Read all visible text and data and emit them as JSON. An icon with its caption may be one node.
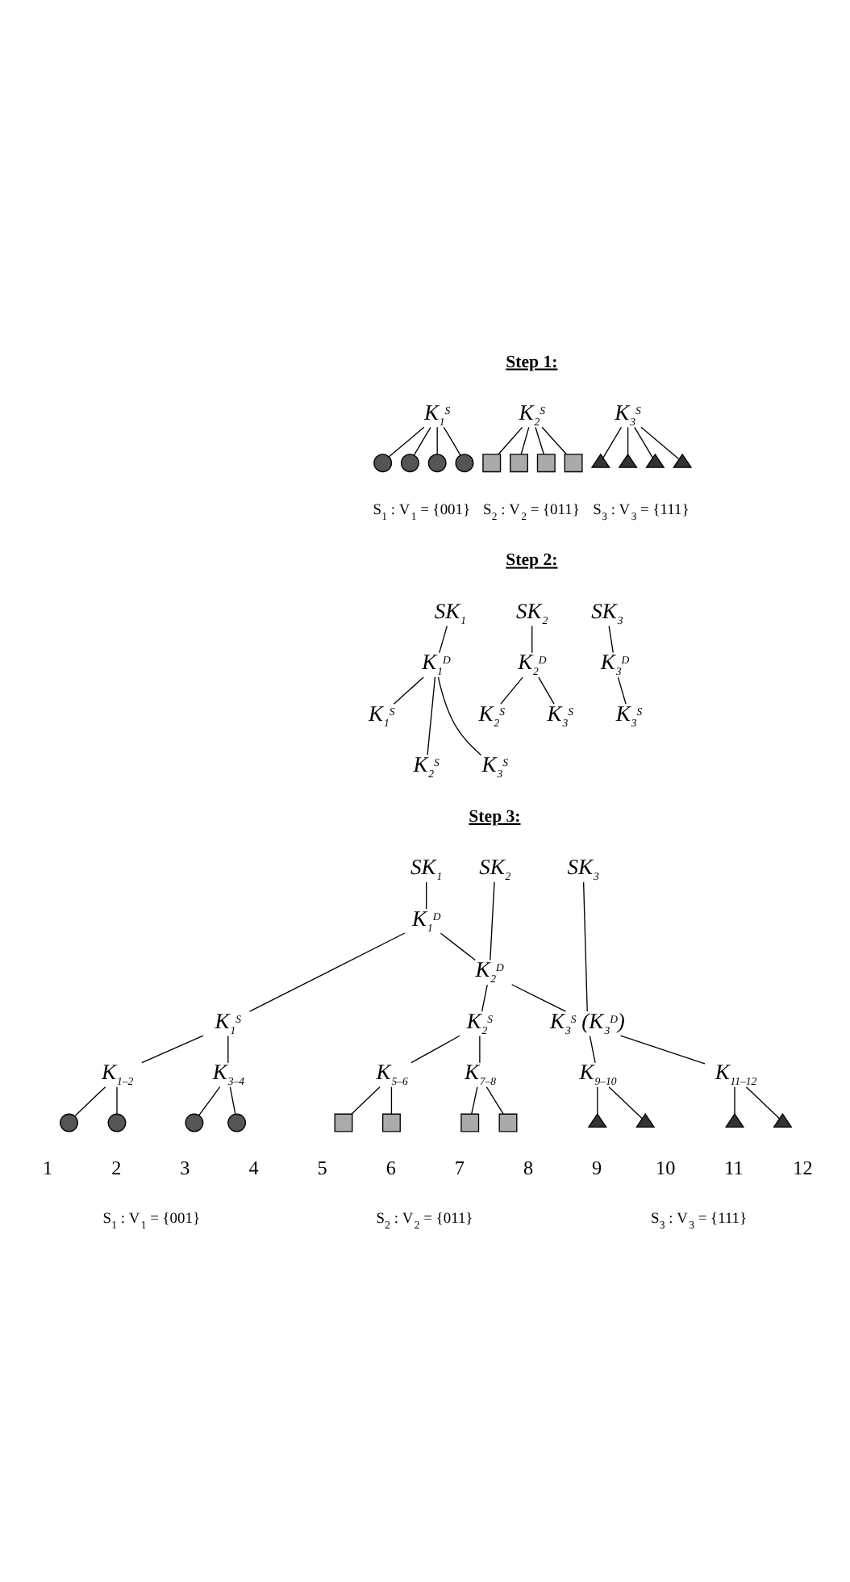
{
  "diagram": {
    "nodes": [
      {
        "text": [
          "K$_{1}$$^{S}$"
        ]
      },
      {
        "text": [
          "K$_{2}$$^{S}$"
        ]
      },
      {
        "text": [
          "K$_{3}$$^{S}$"
        ]
      },
      {
        "text": [],
        "shape": "circle"
      },
      {
        "text": [],
        "shape": "circle"
      },
      {
        "text": [],
        "shape": "circle"
      },
      {
        "text": [],
        "shape": "circle"
      },
      {
        "text": [],
        "shape": "box"
      },
      {
        "text": [],
        "shape": "box"
      },
      {
        "text": [],
        "shape": "box"
      },
      {
        "text": [],
        "shape": "box"
      },
      {
        "text": [],
        "shape": "triangle"
      },
      {
        "text": [],
        "shape": "triangle"
      },
      {
        "text": [],
        "shape": "triangle"
      },
      {
        "text": [],
        "shape": "triangle"
      },
      {
        "text": [
          "SK$_{1}$"
        ]
      },
      {
        "text": [
          "K$_{1}$$^{D}$"
        ]
      },
      {
        "text": [
          "K$_{1}$$^{S}$"
        ]
      },
      {
        "text": [
          "K$_{2}$$^{S}$"
        ]
      },
      {
        "text": [
          "K$_{3}$$^{S}$"
        ]
      },
      {
        "text": [
          "SK$_{2}$"
        ]
      },
      {
        "text": [
          "K$_{2}$$^{D}$"
        ]
      },
      {
        "text": [
          "K$_{2}$$^{S}$"
        ]
      },
      {
        "text": [
          "K$_{3}$$^{S}$"
        ]
      },
      {
        "text": [
          "SK$_{3}$"
        ]
      },
      {
        "text": [
          "K$_{3}$$^{D}$"
        ]
      },
      {
        "text": [
          "K$_{3}$$^{S}$"
        ]
      },
      {
        "text": [
          "SK$_{1}$"
        ]
      },
      {
        "text": [
          "K$_{1}$$^{D}$"
        ]
      },
      {
        "text": [
          "SK$_{2}$"
        ]
      },
      {
        "text": [
          "K$_{2}$$^{D}$"
        ]
      },
      {
        "text": [
          "SK$_{3}$"
        ]
      },
      {
        "text": [
          "K$_{1}$$^{S}$"
        ]
      },
      {
        "text": [
          "K$_{2}$$^{S}$"
        ]
      },
      {
        "text": [
          "K$_{3}$$^{S}$ (K$_{3}$$^{D}$)"
        ]
      },
      {
        "text": [
          "K$_{1–2}$"
        ]
      },
      {
        "text": [
          "K$_{3–4}$"
        ]
      },
      {
        "text": [
          "K$_{5–6}$"
        ]
      },
      {
        "text": [
          "K$_{7–8}$"
        ]
      },
      {
        "text": [
          "K$_{9–10}$"
        ]
      },
      {
        "text": [
          "K$_{11–12}$"
        ]
      },
      {
        "text": [],
        "shape": "circle",
        "beside": [
          "1"
        ]
      },
      {
        "text": [],
        "shape": "circle",
        "beside": [
          "2"
        ]
      },
      {
        "text": [],
        "shape": "circle",
        "beside": [
          "3"
        ]
      },
      {
        "text": [],
        "shape": "circle",
        "beside": [
          "4"
        ]
      },
      {
        "text": [],
        "shape": "box",
        "beside": [
          "5"
        ]
      },
      {
        "text": [],
        "shape": "box",
        "beside": [
          "6"
        ]
      },
      {
        "text": [],
        "shape": "box",
        "beside": [
          "7"
        ]
      },
      {
        "text": [],
        "shape": "box",
        "beside": [
          "8"
        ]
      },
      {
        "text": [],
        "shape": "triangle",
        "beside": [
          "9"
        ]
      },
      {
        "text": [],
        "shape": "triangle",
        "beside": [
          "10"
        ]
      },
      {
        "text": [],
        "shape": "triangle",
        "beside": [
          "11"
        ]
      },
      {
        "text": [],
        "shape": "triangle",
        "beside": [
          "12"
        ]
      }
    ],
    "edges": [
      {
        "from": 0,
        "to": 3,
        "arrow": "none"
      },
      {
        "from": 0,
        "to": 4,
        "arrow": "none"
      },
      {
        "from": 0,
        "to": 5,
        "arrow": "none"
      },
      {
        "from": 0,
        "to": 6,
        "arrow": "none"
      },
      {
        "from": 1,
        "to": 7,
        "arrow": "none"
      },
      {
        "from": 1,
        "to": 8,
        "arrow": "none"
      },
      {
        "from": 1,
        "to": 9,
        "arrow": "none"
      },
      {
        "from": 1,
        "to": 10,
        "arrow": "none"
      },
      {
        "from": 2,
        "to": 11,
        "arrow": "none"
      },
      {
        "from": 2,
        "to": 12,
        "arrow": "none"
      },
      {
        "from": 2,
        "to": 13,
        "arrow": "none"
      },
      {
        "from": 2,
        "to": 14,
        "arrow": "none"
      },
      {
        "from": 15,
        "to": 16,
        "arrow": "none"
      },
      {
        "from": 16,
        "to": 17,
        "arrow": "none"
      },
      {
        "from": 16,
        "to": 18,
        "arrow": "none"
      },
      {
        "from": 16,
        "to": 19,
        "arrow": "none"
      },
      {
        "from": 20,
        "to": 21,
        "arrow": "none"
      },
      {
        "from": 21,
        "to": 22,
        "arrow": "none"
      },
      {
        "from": 21,
        "to": 23,
        "arrow": "none"
      },
      {
        "from": 24,
        "to": 25,
        "arrow": "none"
      },
      {
        "from": 25,
        "to": 26,
        "arrow": "none"
      },
      {
        "from": 27,
        "to": 28,
        "arrow": "none"
      },
      {
        "from": 28,
        "to": 32,
        "arrow": "none"
      },
      {
        "from": 28,
        "to": 30,
        "arrow": "none"
      },
      {
        "from": 29,
        "to": 30,
        "arrow": "none"
      },
      {
        "from": 30,
        "to": 33,
        "arrow": "none"
      },
      {
        "from": 30,
        "to": 34,
        "arrow": "none"
      },
      {
        "from": 31,
        "to": 34,
        "arrow": "none"
      },
      {
        "from": 32,
        "to": 35,
        "arrow": "none"
      },
      {
        "from": 32,
        "to": 36,
        "arrow": "none"
      },
      {
        "from": 33,
        "to": 37,
        "arrow": "none"
      },
      {
        "from": 33,
        "to": 38,
        "arrow": "none"
      },
      {
        "from": 34,
        "to": 39,
        "arrow": "none"
      },
      {
        "from": 34,
        "to": 40,
        "arrow": "none"
      },
      {
        "from": 35,
        "to": 41,
        "arrow": "none"
      },
      {
        "from": 35,
        "to": 42,
        "arrow": "none"
      },
      {
        "from": 36,
        "to": 43,
        "arrow": "none"
      },
      {
        "from": 36,
        "to": 44,
        "arrow": "none"
      },
      {
        "from": 37,
        "to": 45,
        "arrow": "none"
      },
      {
        "from": 37,
        "to": 46,
        "arrow": "none"
      },
      {
        "from": 38,
        "to": 47,
        "arrow": "none"
      },
      {
        "from": 38,
        "to": 48,
        "arrow": "none"
      },
      {
        "from": 39,
        "to": 49,
        "arrow": "none"
      },
      {
        "from": 39,
        "to": 50,
        "arrow": "none"
      },
      {
        "from": 40,
        "to": 51,
        "arrow": "none"
      },
      {
        "from": 40,
        "to": 52,
        "arrow": "none"
      }
    ],
    "labels": [
      "Step 1:",
      "S$_{1}$ : V$_{1}$ = {001}",
      "S$_{2}$ : V$_{2}$ = {011}",
      "S$_{3}$ : V$_{3}$ = {111}",
      "Step 2:",
      "Step 3:",
      "S$_{1}$ : V$_{1}$ = {001}",
      "S$_{2}$ : V$_{2}$ = {011}",
      "S$_{3}$ : V$_{3}$ = {111}"
    ]
  }
}
